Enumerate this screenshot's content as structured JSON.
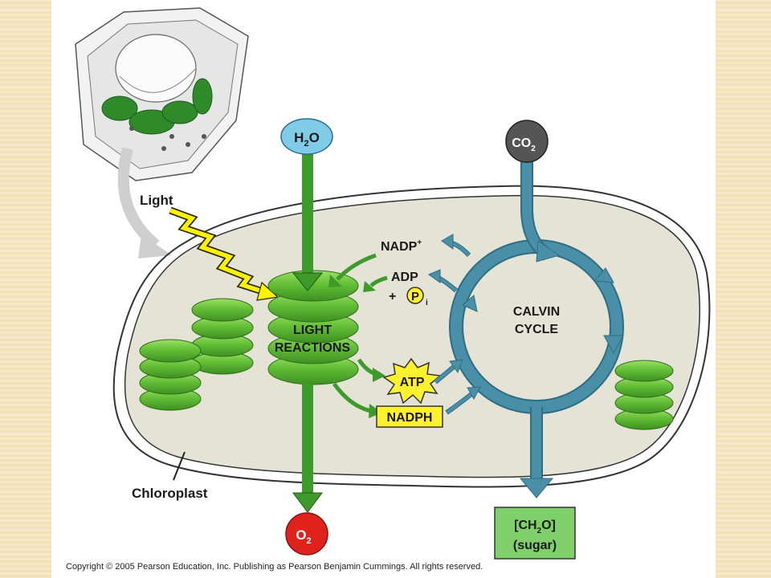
{
  "labels": {
    "light": "Light",
    "chloroplast": "Chloroplast",
    "h2o_main": "H",
    "h2o_sub": "2",
    "h2o_tail": "O",
    "co2_main": "CO",
    "co2_sub": "2",
    "o2_main": "O",
    "o2_sub": "2",
    "nadp_main": "NADP",
    "nadp_sup": "+",
    "adp": "ADP",
    "plus": "+",
    "pi_main": "P",
    "pi_sub": "i",
    "light_reactions_1": "LIGHT",
    "light_reactions_2": "REACTIONS",
    "calvin_1": "CALVIN",
    "calvin_2": "CYCLE",
    "atp": "ATP",
    "nadph": "NADPH",
    "sugar_1": "[CH",
    "sugar_sub": "2",
    "sugar_2": "O]",
    "sugar_3": "(sugar)"
  },
  "copyright": "Copyright © 2005 Pearson Education, Inc. Publishing as Pearson Benjamin Cummings. All rights reserved.",
  "colors": {
    "stroma": "#e4e3d6",
    "thylakoid": "#66c13a",
    "green_arrow": "#3f9a2c",
    "calvin_blue": "#4a8fa8",
    "h2o_fill": "#7fcbe8",
    "co2_fill": "#555555",
    "o2_fill": "#e0221d",
    "atp_fill": "#fff12e",
    "sugar_fill": "#7fd06b",
    "light_bolt": "#fff200"
  }
}
